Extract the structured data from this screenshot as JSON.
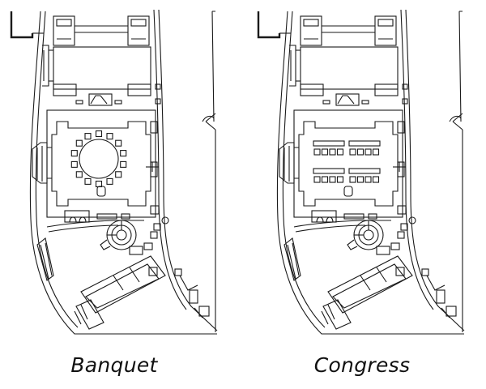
{
  "colors": {
    "line": "#1a1a1a",
    "background": "#ffffff"
  },
  "plans": [
    {
      "id": "banquet",
      "caption": "Banquet",
      "layout": "round-table",
      "chairs": 14
    },
    {
      "id": "congress",
      "caption": "Congress",
      "layout": "classroom",
      "rows": 2,
      "table_blocks_per_row": 2,
      "chairs_per_block": 4
    }
  ]
}
